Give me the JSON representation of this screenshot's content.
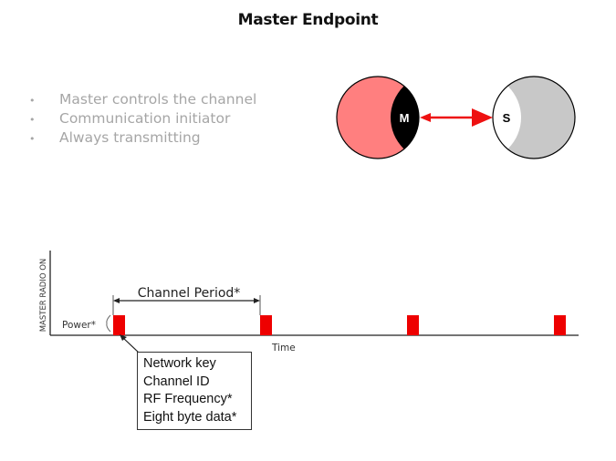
{
  "title": "Master Endpoint",
  "bullets": [
    "Master controls the channel",
    "Communication initiator",
    "Always transmitting"
  ],
  "bullet_glyph": "•",
  "nodes": {
    "master": {
      "label": "M",
      "fill": "#ff7f7f",
      "inner_fill": "#000000",
      "label_color": "#ffffff"
    },
    "slave": {
      "label": "S",
      "fill": "#c8c8c8",
      "inner_fill": "#ffffff",
      "label_color": "#000000"
    },
    "link_color": "#ee1111"
  },
  "timing": {
    "y_axis_label": "MASTER RADIO ON",
    "x_axis_label": "Time",
    "power_label": "Power*",
    "period_label": "Channel Period*",
    "pulse_color": "#ee0000",
    "pulse_count": 4
  },
  "packet_contents": [
    "Network key",
    "Channel ID",
    "RF Frequency*",
    "Eight byte data*"
  ]
}
